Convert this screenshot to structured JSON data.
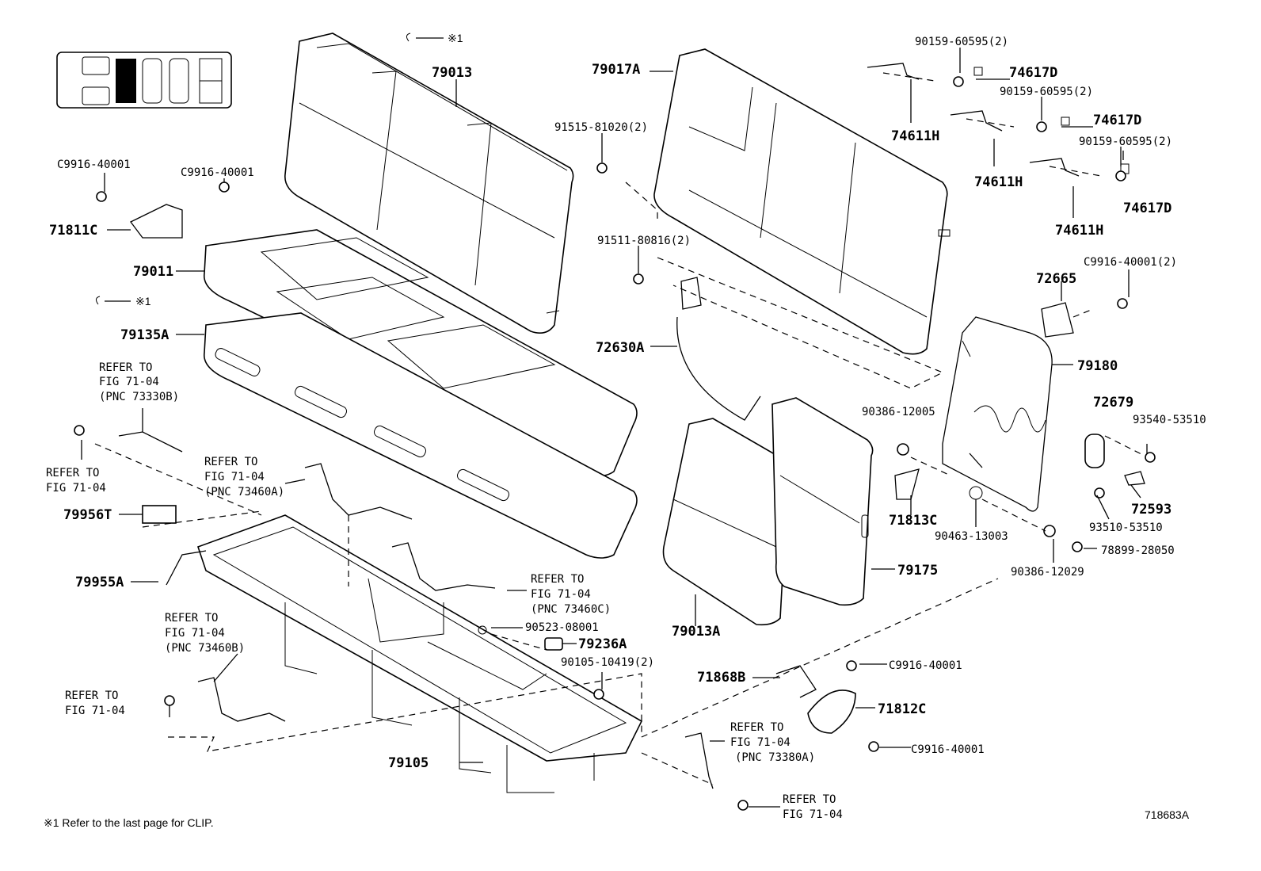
{
  "diagram": {
    "code": "718683A",
    "footnote": "※1  Refer to the last page for CLIP.",
    "clip_ref": "※1",
    "labels": [
      {
        "id": "l01",
        "text": "79013"
      },
      {
        "id": "l02",
        "text": "79017A"
      },
      {
        "id": "l03",
        "text": "90159-60595(2)"
      },
      {
        "id": "l04",
        "text": "74617D"
      },
      {
        "id": "l05",
        "text": "90159-60595(2)"
      },
      {
        "id": "l06",
        "text": "74617D"
      },
      {
        "id": "l07",
        "text": "74611H"
      },
      {
        "id": "l08",
        "text": "90159-60595(2)"
      },
      {
        "id": "l09",
        "text": "74611H"
      },
      {
        "id": "l10",
        "text": "74617D"
      },
      {
        "id": "l11",
        "text": "74611H"
      },
      {
        "id": "l12",
        "text": "91515-81020(2)"
      },
      {
        "id": "l13",
        "text": "C9916-40001"
      },
      {
        "id": "l14",
        "text": "C9916-40001"
      },
      {
        "id": "l15",
        "text": "71811C"
      },
      {
        "id": "l16",
        "text": "79011"
      },
      {
        "id": "l17",
        "text": "91511-80816(2)"
      },
      {
        "id": "l18",
        "text": "C9916-40001(2)"
      },
      {
        "id": "l19",
        "text": "72665"
      },
      {
        "id": "l20",
        "text": "79135A"
      },
      {
        "id": "l21",
        "text": "72630A"
      },
      {
        "id": "l22",
        "text": "79180"
      },
      {
        "id": "l23",
        "text": "REFER TO"
      },
      {
        "id": "l24",
        "text": "FIG 71-04"
      },
      {
        "id": "l25",
        "text": "(PNC 73330B)"
      },
      {
        "id": "l26",
        "text": "90386-12005"
      },
      {
        "id": "l27",
        "text": "72679"
      },
      {
        "id": "l28",
        "text": "93540-53510"
      },
      {
        "id": "l29",
        "text": "REFER TO"
      },
      {
        "id": "l30",
        "text": "FIG 71-04"
      },
      {
        "id": "l31",
        "text": "REFER TO"
      },
      {
        "id": "l32",
        "text": "FIG 71-04"
      },
      {
        "id": "l33",
        "text": "(PNC 73460A)"
      },
      {
        "id": "l34",
        "text": "71813C"
      },
      {
        "id": "l35",
        "text": "72593"
      },
      {
        "id": "l36",
        "text": "79956T"
      },
      {
        "id": "l37",
        "text": "93510-53510"
      },
      {
        "id": "l38",
        "text": "90463-13003"
      },
      {
        "id": "l39",
        "text": "78899-28050"
      },
      {
        "id": "l40",
        "text": "79955A"
      },
      {
        "id": "l41",
        "text": "REFER TO"
      },
      {
        "id": "l42",
        "text": "FIG 71-04"
      },
      {
        "id": "l43",
        "text": "(PNC 73460C)"
      },
      {
        "id": "l44",
        "text": "79175"
      },
      {
        "id": "l45",
        "text": "90386-12029"
      },
      {
        "id": "l46",
        "text": "REFER TO"
      },
      {
        "id": "l47",
        "text": "FIG 71-04"
      },
      {
        "id": "l48",
        "text": "(PNC 73460B)"
      },
      {
        "id": "l49",
        "text": "90523-08001"
      },
      {
        "id": "l50",
        "text": "79236A"
      },
      {
        "id": "l51",
        "text": "79013A"
      },
      {
        "id": "l52",
        "text": "90105-10419(2)"
      },
      {
        "id": "l53",
        "text": "C9916-40001"
      },
      {
        "id": "l54",
        "text": "71868B"
      },
      {
        "id": "l55",
        "text": "71812C"
      },
      {
        "id": "l56",
        "text": "REFER TO"
      },
      {
        "id": "l57",
        "text": "FIG 71-04"
      },
      {
        "id": "l58",
        "text": "REFER TO"
      },
      {
        "id": "l59",
        "text": "FIG 71-04"
      },
      {
        "id": "l60",
        "text": "(PNC 73380A)"
      },
      {
        "id": "l61",
        "text": "C9916-40001"
      },
      {
        "id": "l62",
        "text": "79105"
      },
      {
        "id": "l63",
        "text": "REFER TO"
      },
      {
        "id": "l64",
        "text": "FIG 71-04"
      }
    ]
  }
}
